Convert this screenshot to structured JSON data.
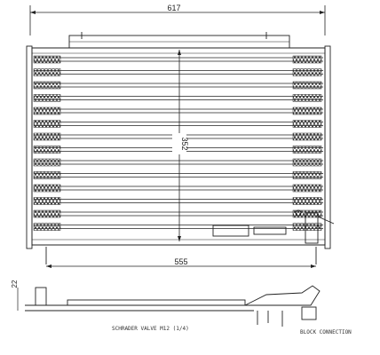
{
  "drawing": {
    "dim_overall_width": "617",
    "dim_core_height": "352",
    "dim_core_width": "555",
    "dim_thickness": "22",
    "note_valve": "SCHRADER VALVE M12 (1/4)",
    "note_connection": "BLOCK CONNECTION"
  },
  "colors": {
    "ink": "#222222",
    "background": "#ffffff"
  }
}
